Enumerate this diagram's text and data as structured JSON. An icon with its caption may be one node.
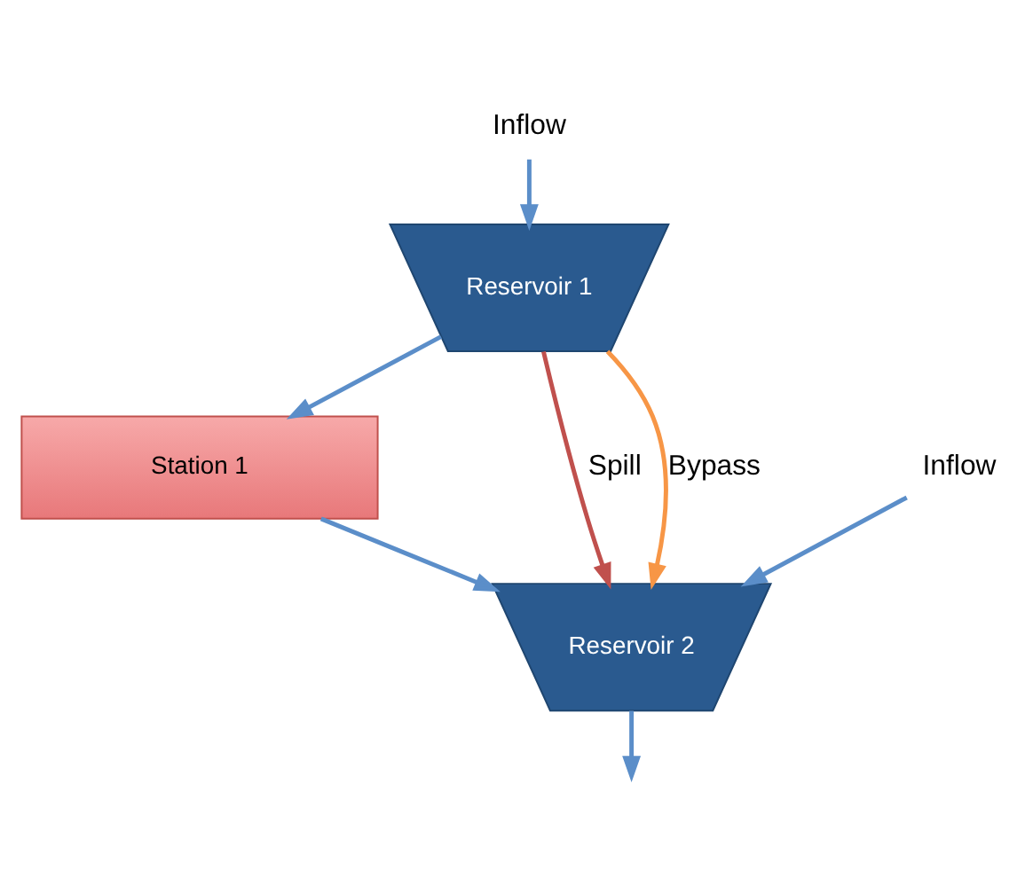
{
  "diagram": {
    "nodes": [
      {
        "text": [
          "Inflow"
        ]
      },
      {
        "text": [
          "Reservoir 1"
        ]
      },
      {
        "text": [
          "Station 1"
        ]
      },
      {
        "text": [
          "Inflow"
        ]
      },
      {
        "text": [
          "Reservoir 2"
        ]
      }
    ],
    "edges": [
      {
        "from": 0,
        "to": 1,
        "arrow": "to"
      },
      {
        "from": 1,
        "to": 2,
        "arrow": "to"
      },
      {
        "from": 2,
        "to": 4,
        "arrow": "to"
      },
      {
        "from": 3,
        "to": 4,
        "arrow": "to"
      },
      {
        "from": 1,
        "to": 4,
        "arrow": "to",
        "label": "Spill",
        "color": "#c0504d"
      },
      {
        "from": 1,
        "to": 4,
        "arrow": "to",
        "label": "Bypass",
        "color": "#f79646"
      },
      {
        "from": 4,
        "to": null,
        "arrow": "to"
      }
    ]
  }
}
